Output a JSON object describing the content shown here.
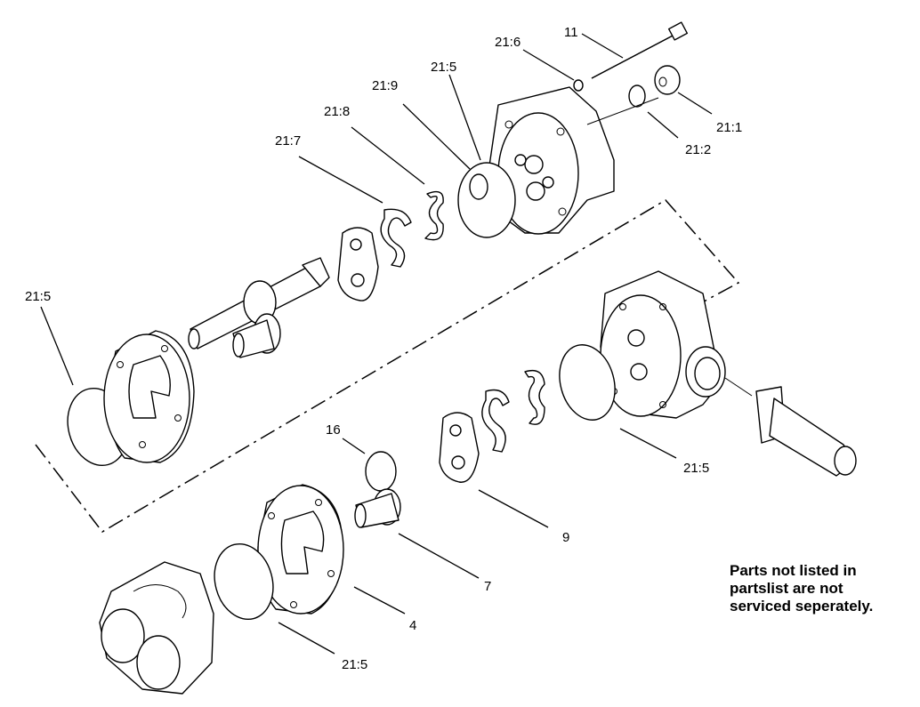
{
  "labels": [
    {
      "id": "11",
      "text": "11"
    },
    {
      "id": "21_6",
      "text": "21:6"
    },
    {
      "id": "21_5_top",
      "text": "21:5"
    },
    {
      "id": "21_9",
      "text": "21:9"
    },
    {
      "id": "21_8",
      "text": "21:8"
    },
    {
      "id": "21_7",
      "text": "21:7"
    },
    {
      "id": "21_1",
      "text": "21:1"
    },
    {
      "id": "21_2",
      "text": "21:2"
    },
    {
      "id": "21_5_left",
      "text": "21:5"
    },
    {
      "id": "16",
      "text": "16"
    },
    {
      "id": "21_5_right",
      "text": "21:5"
    },
    {
      "id": "9",
      "text": "9"
    },
    {
      "id": "7",
      "text": "7"
    },
    {
      "id": "4",
      "text": "4"
    },
    {
      "id": "21_5_bottom",
      "text": "21:5"
    }
  ],
  "note": {
    "line1": "Parts not listed in",
    "line2": "partslist are not",
    "line3": "serviced seperately."
  }
}
